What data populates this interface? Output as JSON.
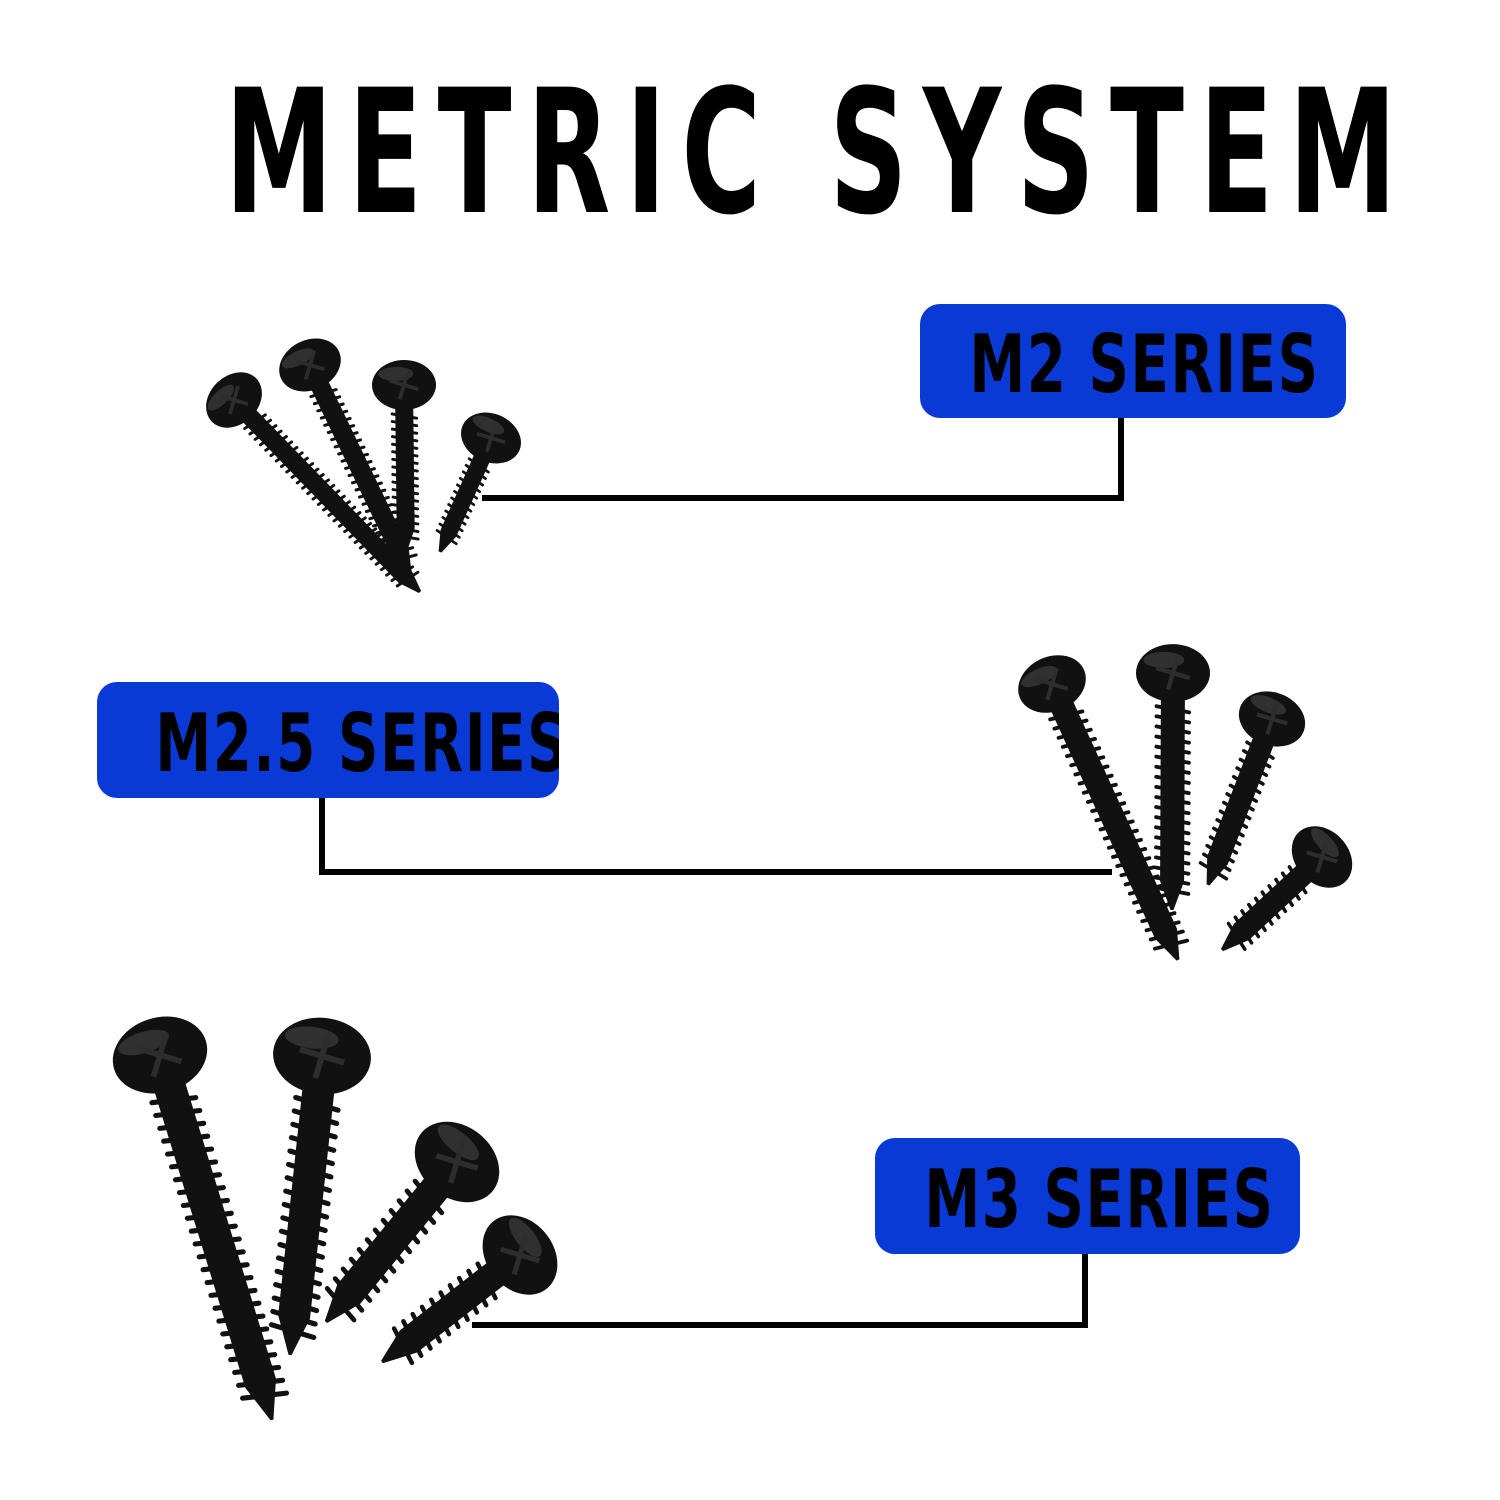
{
  "title": "METRIC SYSTEM",
  "colors": {
    "label_background": "#0a3ad6",
    "label_text": "#000000",
    "screw": "#111111",
    "connector": "#000000"
  },
  "series": [
    {
      "key": "m2",
      "label": "M2 SERIES",
      "screw_count": 4
    },
    {
      "key": "m25",
      "label": "M2.5 SERIES",
      "screw_count": 4
    },
    {
      "key": "m3",
      "label": "M3 SERIES",
      "screw_count": 4
    }
  ]
}
